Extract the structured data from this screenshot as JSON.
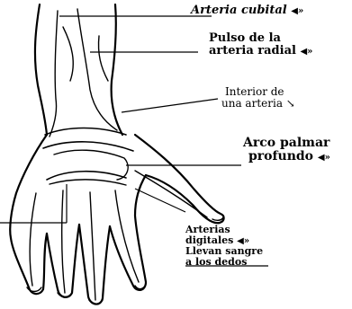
{
  "labels": {
    "arteria_cubital": "Arteria cubital",
    "pulso_line1": "Pulso de la",
    "pulso_line2": "arteria radial",
    "interior_line1": "Interior de",
    "interior_line2": "una arteria",
    "arco_line1": "Arco palmar",
    "arco_line2": "profundo",
    "digitales_line1": "Arterias",
    "digitales_line2": "digitales",
    "digitales_line3": "Llevan sangre",
    "digitales_line4": "a los dedos"
  },
  "icons": {
    "speaker": "◀»",
    "arrow": "↘"
  }
}
